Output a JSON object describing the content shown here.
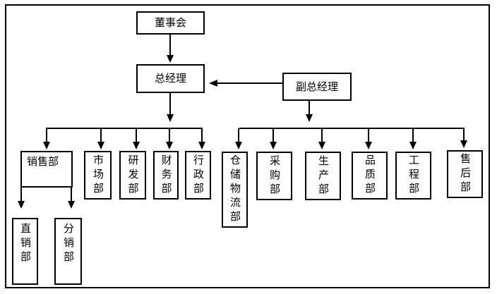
{
  "diagram": {
    "type": "org-chart",
    "nodes": {
      "board": {
        "label": "董事会"
      },
      "gm": {
        "label": "总经理"
      },
      "dgm": {
        "label": "副总经理"
      },
      "sales": {
        "label": "销售部"
      },
      "market": {
        "label": "市场部"
      },
      "rnd": {
        "label": "研发部"
      },
      "finance": {
        "label": "财务部"
      },
      "admin": {
        "label": "行政部"
      },
      "wlog": {
        "label": "仓储物流部"
      },
      "purch": {
        "label": "采购部"
      },
      "prod": {
        "label": "生产部"
      },
      "qual": {
        "label": "品质部"
      },
      "eng": {
        "label": "工程部"
      },
      "asales": {
        "label": "售后部"
      },
      "direct": {
        "label": "直销部"
      },
      "dist": {
        "label": "分销部"
      }
    },
    "edges": [
      {
        "from": "董事会",
        "to": [
          "总经理"
        ],
        "arrow": "down"
      },
      {
        "from": "副总经理",
        "to": [
          "总经理"
        ],
        "arrow": "left"
      },
      {
        "from": "总经理",
        "to": [
          "销售部",
          "市场部",
          "研发部",
          "财务部",
          "行政部"
        ],
        "arrow": "down"
      },
      {
        "from": "副总经理",
        "to": [
          "仓储物流部",
          "采购部",
          "生产部",
          "品质部",
          "工程部",
          "售后部"
        ],
        "arrow": "down"
      },
      {
        "from": "销售部",
        "to": [
          "直销部",
          "分销部"
        ],
        "arrow": "down"
      }
    ],
    "colors": {
      "line": "#000000",
      "box_border": "#000000",
      "box_fill": "#ffffff",
      "text": "#000000",
      "background": "#ffffff"
    }
  }
}
